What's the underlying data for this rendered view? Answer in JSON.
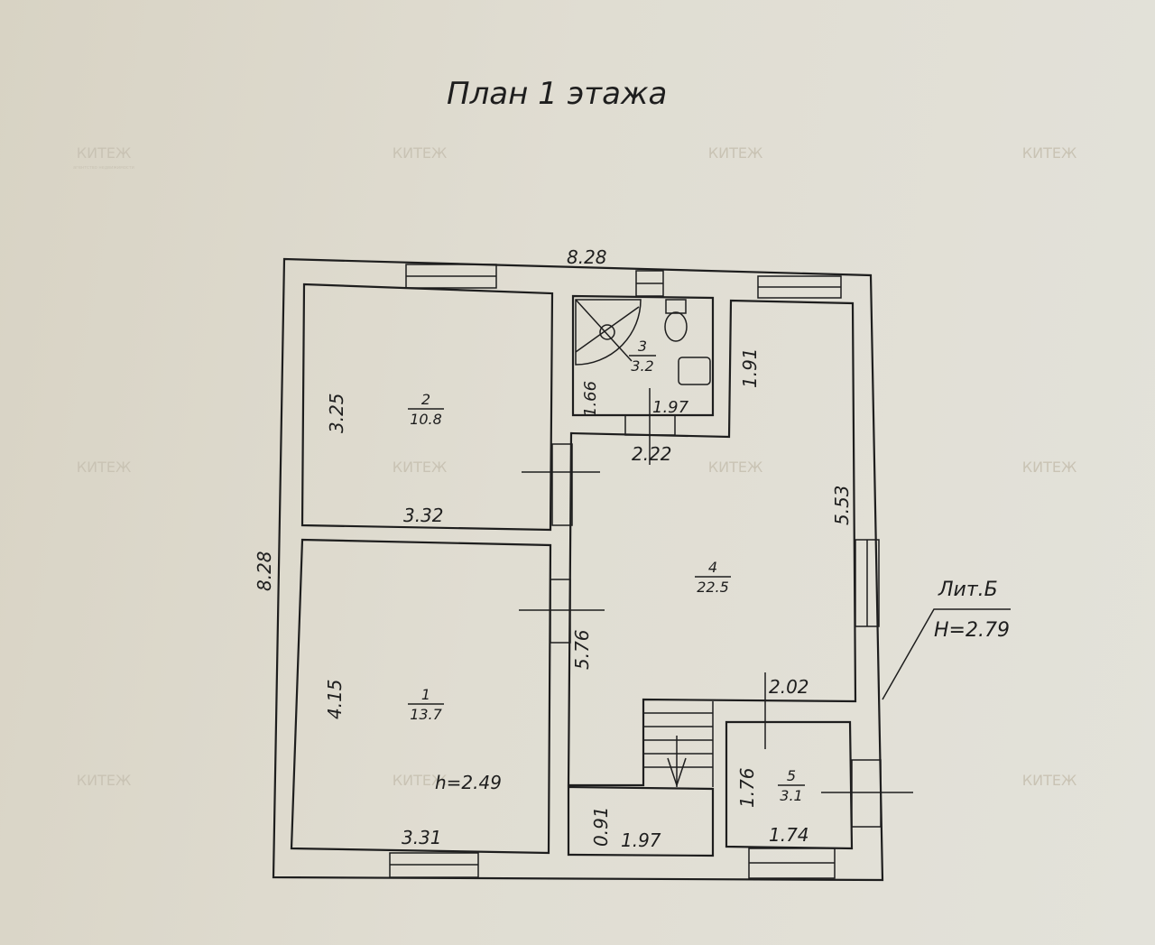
{
  "title": "План 1 этажа",
  "watermark": {
    "brand": "КИТЕЖ",
    "subtitle": "агентство недвижимости"
  },
  "dimensions": {
    "top": "8.28",
    "left": "8.28"
  },
  "rooms": [
    {
      "num": "1",
      "area": "13.7",
      "w": "3.31",
      "h": "4.15",
      "height": "h=2.49"
    },
    {
      "num": "2",
      "area": "10.8",
      "w": "3.32",
      "h": "3.25"
    },
    {
      "num": "3",
      "area": "3.2",
      "w": "1.97",
      "h": "1.66",
      "door": "2.22"
    },
    {
      "num": "4",
      "area": "22.5",
      "h": "5.53",
      "h2": "1.91",
      "left": "5.76",
      "bottom": "2.02"
    },
    {
      "num": "5",
      "area": "3.1",
      "w": "1.74",
      "h": "1.76"
    }
  ],
  "stair": {
    "w": "1.97",
    "h": "0.91"
  },
  "litera": {
    "label": "Лит.Б",
    "height": "H=2.79"
  }
}
